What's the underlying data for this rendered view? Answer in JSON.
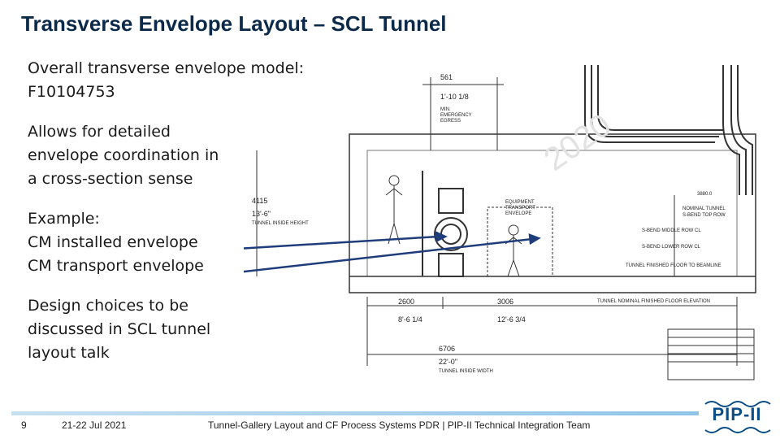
{
  "slide": {
    "title": "Transverse Envelope Layout – SCL Tunnel",
    "bullets": [
      {
        "lines": [
          "Overall transverse envelope model:",
          "F10104753"
        ]
      },
      {
        "lines": [
          "Allows for detailed",
          "envelope coordination in",
          "a cross-section sense"
        ]
      },
      {
        "lines": [
          "Example:",
          "CM installed envelope",
          "CM transport envelope"
        ]
      },
      {
        "lines": [
          "Design choices to be",
          "discussed in SCL tunnel",
          "layout talk"
        ]
      }
    ]
  },
  "drawing": {
    "labels": {
      "dim_561": "561",
      "dim_561_imp": "1'-10 1/8",
      "min_emergency": "MIN.",
      "min_emergency_2": "EMERGENCY",
      "min_emergency_3": "EGRESS",
      "dim_4115": "4115",
      "dim_4115_imp": "13'-6\"",
      "tunnel_inside_height": "TUNNEL INSIDE HEIGHT",
      "equipment_transport": "EQUIPMENT",
      "equipment_transport_2": "TRANSPORT",
      "equipment_transport_3": "ENVELOPE",
      "dim_3880": "3880.0",
      "nominal_tunnel": "NOMINAL TUNNEL",
      "s_bend_top_row": "S-BEND TOP ROW",
      "s_bend_middle_row": "S-BEND MIDDLE ROW CL",
      "s_bend_lower_row": "S-BEND LOWER ROW CL",
      "tunnel_finished_floor": "TUNNEL FINISHED FLOOR TO BEAMLINE",
      "tunnel_nominal_floor": "TUNNEL NOMINAL FINISHED FLOOR ELEVATION",
      "dim_2600": "2600",
      "dim_2600_imp": "8'-6 1/4",
      "dim_3006": "3006",
      "dim_3006_imp": "12'-6 3/4",
      "dim_6706": "6706",
      "dim_6706_imp": "22'-0\"",
      "tunnel_inside_width": "TUNNEL INSIDE WIDTH"
    }
  },
  "footer": {
    "page_number": "9",
    "date": "21-22 Jul 2021",
    "center": "Tunnel-Gallery Layout and CF Process Systems PDR | PIP-II Technical Integration Team",
    "logo": "PIP-II"
  },
  "colors": {
    "title": "#0b2a4a",
    "arrow": "#1f3d7a",
    "footer_bar": "#8fc4e8",
    "logo": "#0b4d85"
  }
}
